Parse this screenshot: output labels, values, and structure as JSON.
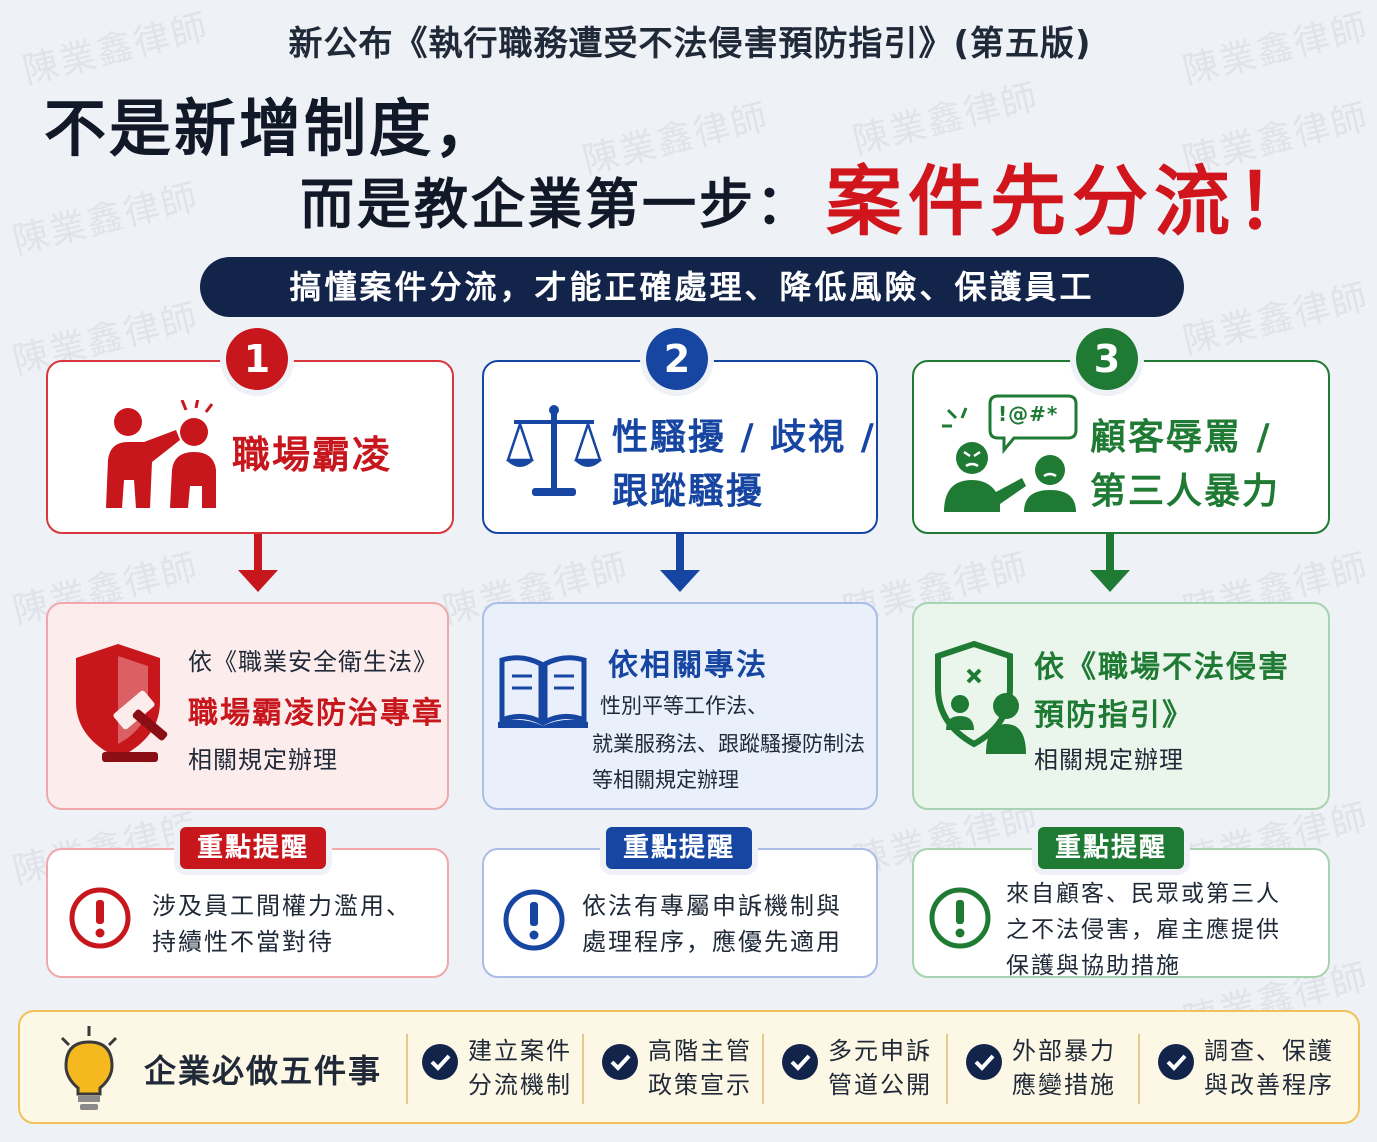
{
  "header": {
    "top_line": "新公布《執行職務遭受不法侵害預防指引》(第五版)",
    "line1": "不是新增制度，",
    "line2": "而是教企業第一步：",
    "line3": "案件先分流！",
    "banner": "搞懂案件分流，才能正確處理、降低風險、保護員工"
  },
  "watermark": "陳業鑫律師",
  "colors": {
    "red": "#c8161d",
    "blue": "#1746a2",
    "green": "#1f7a34",
    "navy": "#13244a"
  },
  "columns": [
    {
      "number": "1",
      "category_lines": [
        "職場霸凌"
      ],
      "category_icon": "bullying-people-icon",
      "law_icon": "shield-gavel-icon",
      "law_lines": [
        "依《職業安全衛生法》",
        "職場霸凌防治專章",
        "相關規定辦理"
      ],
      "reminder_label": "重點提醒",
      "reminder_lines": [
        "涉及員工間權力濫用、",
        "持續性不當對待"
      ]
    },
    {
      "number": "2",
      "category_lines": [
        "性騷擾 / 歧視 /",
        "跟蹤騷擾"
      ],
      "category_icon": "scales-icon",
      "law_icon": "book-icon",
      "law_lines": [
        "依相關專法",
        "性別平等工作法、",
        "就業服務法、跟蹤騷擾防制法",
        "等相關規定辦理"
      ],
      "reminder_label": "重點提醒",
      "reminder_lines": [
        "依法有專屬申訴機制與",
        "處理程序，應優先適用"
      ]
    },
    {
      "number": "3",
      "category_lines": [
        "顧客辱罵 /",
        "第三人暴力"
      ],
      "category_icon": "angry-customer-icon",
      "speech_text": "!@#*",
      "law_icon": "shield-people-icon",
      "law_lines": [
        "依《職場不法侵害",
        "預防指引》",
        "相關規定辦理"
      ],
      "reminder_label": "重點提醒",
      "reminder_lines": [
        "來自顧客、民眾或第三人",
        "之不法侵害，雇主應提供",
        "保護與協助措施"
      ]
    }
  ],
  "bottom": {
    "title": "企業必做五件事",
    "items": [
      [
        "建立案件",
        "分流機制"
      ],
      [
        "高階主管",
        "政策宣示"
      ],
      [
        "多元申訴",
        "管道公開"
      ],
      [
        "外部暴力",
        "應變措施"
      ],
      [
        "調查、保護",
        "與改善程序"
      ]
    ]
  }
}
